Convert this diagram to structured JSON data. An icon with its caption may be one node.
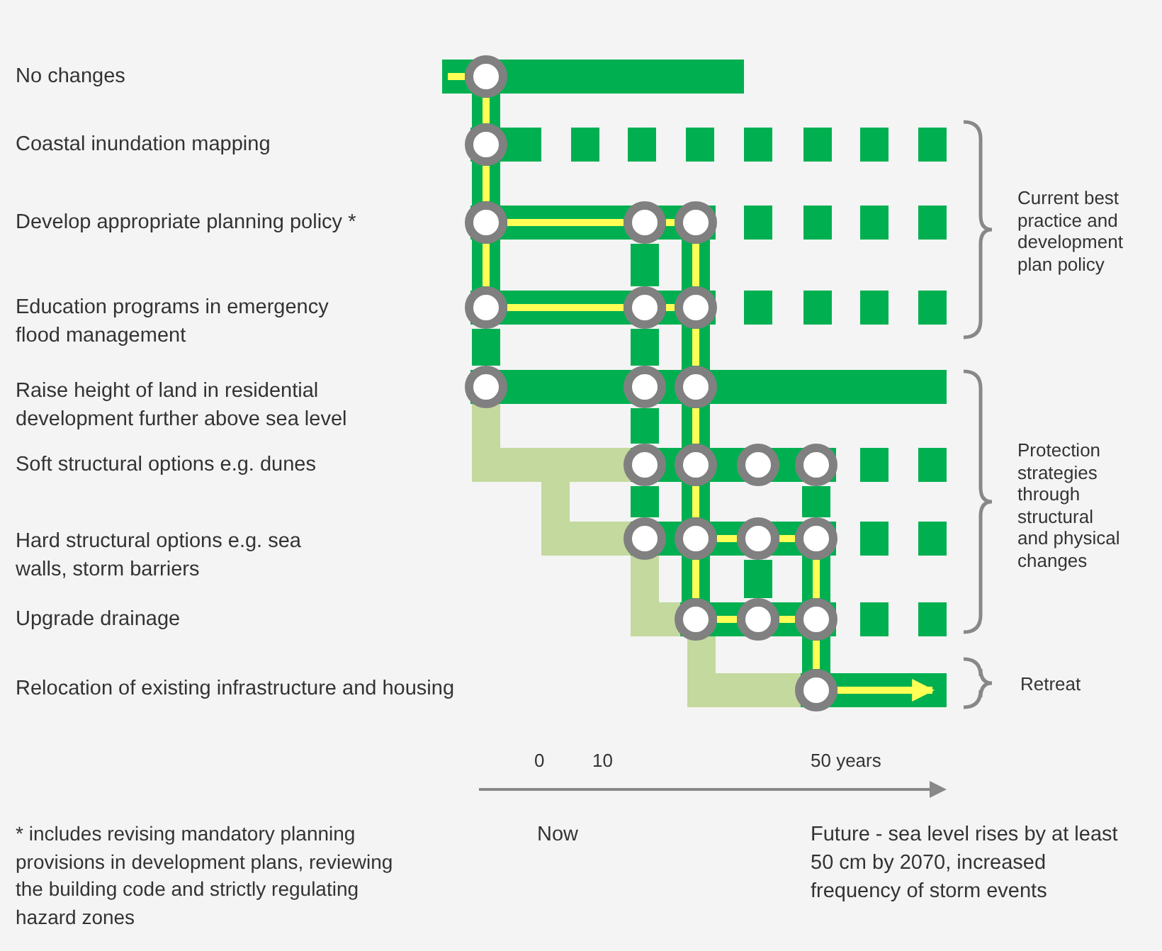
{
  "diagram": {
    "nodes": [
      {
        "text": [],
        "shape": "circle"
      },
      {
        "text": [],
        "shape": "circle"
      },
      {
        "text": [],
        "shape": "circle"
      },
      {
        "text": [],
        "shape": "circle"
      },
      {
        "text": [],
        "shape": "circle"
      },
      {
        "text": [],
        "shape": "circle"
      },
      {
        "text": [],
        "shape": "circle"
      },
      {
        "text": [],
        "shape": "circle"
      },
      {
        "text": [],
        "shape": "circle"
      },
      {
        "text": [],
        "shape": "circle"
      },
      {
        "text": [],
        "shape": "circle"
      },
      {
        "text": [],
        "shape": "circle"
      },
      {
        "text": [],
        "shape": "circle"
      },
      {
        "text": [],
        "shape": "circle"
      },
      {
        "text": [],
        "shape": "circle"
      },
      {
        "text": [],
        "shape": "circle"
      },
      {
        "text": [],
        "shape": "circle"
      },
      {
        "text": [],
        "shape": "circle"
      },
      {
        "text": [],
        "shape": "circle"
      },
      {
        "text": [],
        "shape": "circle"
      },
      {
        "text": [],
        "shape": "circle"
      },
      {
        "text": [],
        "shape": "circle"
      },
      {
        "text": [],
        "shape": "circle"
      }
    ],
    "edges": [
      {
        "from": null,
        "to": 0,
        "arrow": "none"
      },
      {
        "from": 0,
        "to": 1,
        "arrow": "none"
      },
      {
        "from": 1,
        "to": 2,
        "arrow": "none"
      },
      {
        "from": 2,
        "to": 5,
        "arrow": "none"
      },
      {
        "from": 5,
        "to": 8,
        "arrow": "none",
        "style": "thick",
        "color": "#00b050"
      },
      {
        "from": 2,
        "to": 3,
        "arrow": "none"
      },
      {
        "from": 3,
        "to": 4,
        "arrow": "none"
      },
      {
        "from": 5,
        "to": 6,
        "arrow": "none"
      },
      {
        "from": 6,
        "to": 7,
        "arrow": "none"
      },
      {
        "from": 3,
        "to": 6,
        "arrow": "none",
        "style": "thick",
        "color": "#00b050"
      },
      {
        "from": 6,
        "to": 9,
        "arrow": "none",
        "style": "thick",
        "color": "#00b050"
      },
      {
        "from": 9,
        "to": 11,
        "arrow": "none",
        "style": "thick",
        "color": "#00b050"
      },
      {
        "from": 11,
        "to": 15,
        "arrow": "none",
        "style": "thick",
        "color": "#00b050"
      },
      {
        "from": 4,
        "to": 7,
        "arrow": "none"
      },
      {
        "from": 7,
        "to": 10,
        "arrow": "none"
      },
      {
        "from": 10,
        "to": 12,
        "arrow": "none"
      },
      {
        "from": 12,
        "to": 16,
        "arrow": "none"
      },
      {
        "from": 16,
        "to": 19,
        "arrow": "none"
      },
      {
        "from": 16,
        "to": 17,
        "arrow": "none"
      },
      {
        "from": 17,
        "to": 18,
        "arrow": "none"
      },
      {
        "from": 17,
        "to": 20,
        "arrow": "none",
        "style": "thick",
        "color": "#00b050"
      },
      {
        "from": 14,
        "to": 18,
        "arrow": "none",
        "style": "thick",
        "color": "#00b050"
      },
      {
        "from": 19,
        "to": 20,
        "arrow": "none"
      },
      {
        "from": 20,
        "to": 21,
        "arrow": "none"
      },
      {
        "from": 18,
        "to": 21,
        "arrow": "none"
      },
      {
        "from": 21,
        "to": 22,
        "arrow": "none"
      },
      {
        "from": 22,
        "to": null,
        "arrow": "to"
      }
    ],
    "labels": [
      "No changes",
      "Coastal inundation mapping",
      "Develop appropriate planning policy *",
      "Education programs in emergency flood management",
      "Raise height of land in residential development further above sea level",
      "Soft structural options e.g. dunes",
      "Hard structural options e.g. sea walls, storm barriers",
      "Upgrade drainage",
      "Relocation of existing infrastructure and housing",
      "Current best practice and development plan policy",
      "Protection strategies through structural and physical changes",
      "Retreat",
      "0",
      "10",
      "50 years",
      "* includes revising mandatory planning provisions in development plans, reviewing the building code and strictly regulating hazard zones",
      "Now",
      "Future - sea level rises by at least 50 cm by 2070, increased frequency of storm events"
    ]
  }
}
